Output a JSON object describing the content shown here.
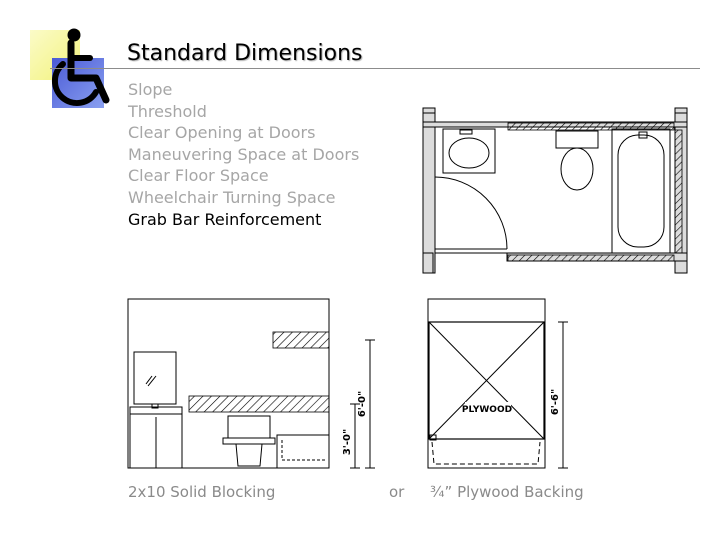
{
  "slide": {
    "title": "Standard Dimensions",
    "topics": [
      {
        "label": "Slope",
        "active": false
      },
      {
        "label": "Threshold",
        "active": false
      },
      {
        "label": "Clear Opening at Doors",
        "active": false
      },
      {
        "label": "Maneuvering Space at Doors",
        "active": false
      },
      {
        "label": "Clear Floor Space",
        "active": false
      },
      {
        "label": "Wheelchair Turning Space",
        "active": false
      },
      {
        "label": "Grab Bar Reinforcement",
        "active": true
      }
    ],
    "elevation_left": {
      "dim_inner": "3'-0\"",
      "dim_outer": "6'-0\""
    },
    "elevation_right": {
      "panel_label": "PLYWOOD",
      "dim": "6'-6\""
    },
    "captions": {
      "left": "2x10 Solid Blocking",
      "middle": "or",
      "right": "¾” Plywood Backing"
    }
  },
  "colors": {
    "active_text": "#000000",
    "inactive_text": "#a6a6a6",
    "caption_text": "#8a8a8a",
    "logo_blue": "#4a5ad6",
    "logo_yellow": "#f2f27a"
  },
  "icons": [
    "wheelchair-accessibility-icon"
  ]
}
